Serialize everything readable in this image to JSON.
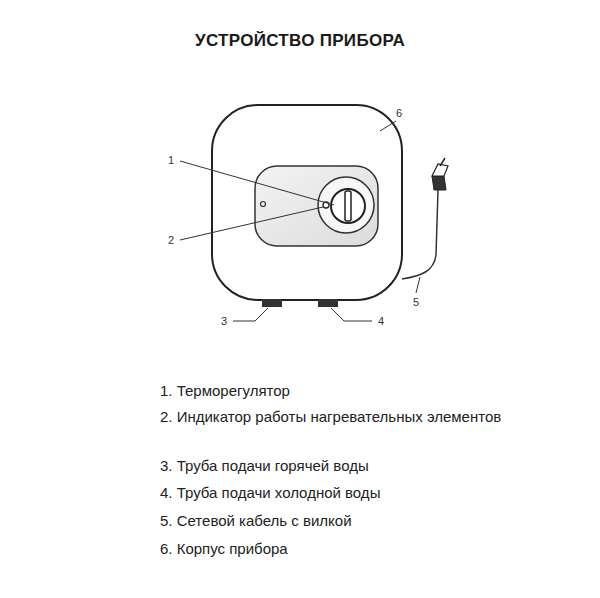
{
  "diagram": {
    "title": "УСТРОЙСТВО ПРИБОРА",
    "labels": [
      "1",
      "2",
      "3",
      "4",
      "5",
      "6",
      "1. Терморегулятор",
      "2. Индикатор работы нагревательных элементов",
      "3. Труба подачи горячей воды",
      "4. Труба подачи холодной воды",
      "5. Сетевой кабель с вилкой",
      "6. Корпус прибора"
    ]
  }
}
